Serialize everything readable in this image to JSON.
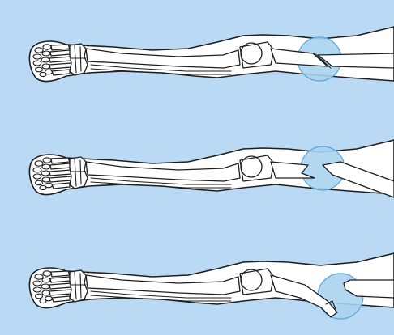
{
  "figure": {
    "background_color": "#b9d9f4",
    "skin_color": "#ffffff",
    "line_color": "#1e1e1e",
    "highlight_color": "#a9d3f0",
    "panels": [
      {
        "id": "panel-1",
        "fracture": "oblique"
      },
      {
        "id": "panel-2",
        "fracture": "step-displaced"
      },
      {
        "id": "panel-3",
        "fracture": "comminuted-displaced"
      }
    ]
  }
}
